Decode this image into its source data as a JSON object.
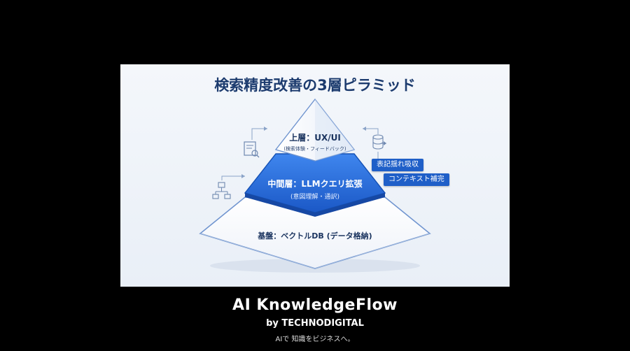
{
  "slide": {
    "title": "検索精度改善の3層ピラミッド",
    "layers": {
      "top": {
        "title": "上層：UX/UI",
        "subtitle": "(検索体験・フィードバック)"
      },
      "middle": {
        "title": "中間層：LLMクエリ拡張",
        "subtitle": "(意図理解・通訳)"
      },
      "base": {
        "title": "基盤：ベクトルDB (データ格納)"
      }
    },
    "callouts": [
      "表記揺れ吸収",
      "コンテキスト補完"
    ],
    "icons": {
      "left_top": "document-search-icon",
      "left_bottom": "hierarchy-icon",
      "right_top": "database-icon"
    },
    "colors": {
      "accent": "#1f5fc8",
      "title": "#1c3b6e",
      "frame": "#f4f7fb"
    }
  },
  "footer": {
    "brand": "AI KnowledgeFlow",
    "byline": "by TECHNODIGITAL",
    "tagline": "AIで 知識をビジネスへ。"
  }
}
